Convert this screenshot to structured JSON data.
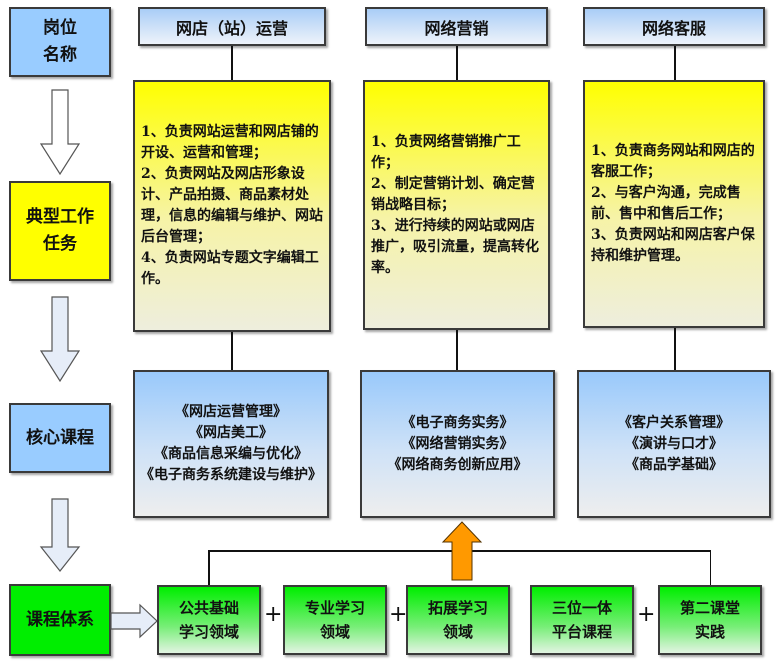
{
  "left_column": {
    "job_title": "岗位\n名称",
    "typical_tasks": "典型工作\n任务",
    "core_courses": "核心课程",
    "course_system": "课程体系"
  },
  "columns": [
    {
      "header": "网店（站）运营",
      "tasks": "1、负责网站运营和网店铺的开设、运营和管理；\n2、负责网站及网店形象设计、产品拍摄、商品素材处理，信息的编辑与维护、网站后台管理；\n4、负责网站专题文字编辑工作。",
      "courses": "《网店运营管理》\n《网店美工》\n《商品信息采编与优化》\n《电子商务系统建设与维护》"
    },
    {
      "header": "网络营销",
      "tasks": "1、负责网络营销推广工作；\n2、制定营销计划、确定营销战略目标；\n3、进行持续的网站或网店推广，吸引流量，提高转化率。",
      "courses": "《电子商务实务》\n《网络营销实务》\n《网络商务创新应用》"
    },
    {
      "header": "网络客服",
      "tasks": "1、负责商务网站和网店的客服工作；\n2、与客户沟通，完成售前、售中和售后工作；\n3、负责网站和网店客户保持和维护管理。",
      "courses": "《客户关系管理》\n《演讲与口才》\n《商品学基础》"
    }
  ],
  "bottom_row": {
    "items": [
      "公共基础\n学习领域",
      "专业学习\n领域",
      "拓展学习\n领域",
      "三位一体\n平台课程",
      "第二课堂\n实践"
    ],
    "plus": "+"
  },
  "colors": {
    "blue": "#99ccff",
    "yellow": "#ffff00",
    "green": "#00ee00",
    "arrow_orange": "#ff9900",
    "arrow_outline": "#e8eef8"
  }
}
